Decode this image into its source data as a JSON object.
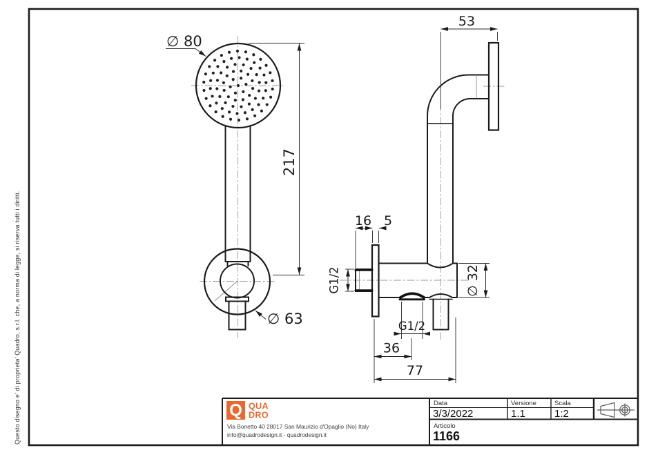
{
  "disclaimer": "Questo disegno e' di proprieta' Quadro, s.r.l. che, a norma di legge, si riserva tutti i diritti.",
  "dims": {
    "head_diameter": "∅ 80",
    "length": "217",
    "bracket_diameter": "∅ 63",
    "head_offset": "53",
    "thread_length": "16",
    "flange_thickness": "5",
    "inlet_thread": "G1/2",
    "outlet_thread": "G1/2",
    "body_diameter": "∅ 32",
    "outlet_offset": "36",
    "total_depth": "77"
  },
  "title_block": {
    "logo_q": "Q",
    "logo_top": "QUA",
    "logo_bottom": "DRO",
    "address1": "Via Bonetto 40  28017 San Maurizio d'Opaglio (No) Italy",
    "address2": "info@quadrodesign.it  -  quadrodesign.it",
    "date_label": "Data",
    "date_value": "3/3/2022",
    "version_label": "Versione",
    "version_value": "1.1",
    "scale_label": "Scala",
    "scale_value": "1:2",
    "article_label": "Articolo",
    "article_value": "1166"
  },
  "colors": {
    "accent": "#e8692f",
    "line": "#1b1b1b",
    "centerline": "#9a9a9a"
  }
}
